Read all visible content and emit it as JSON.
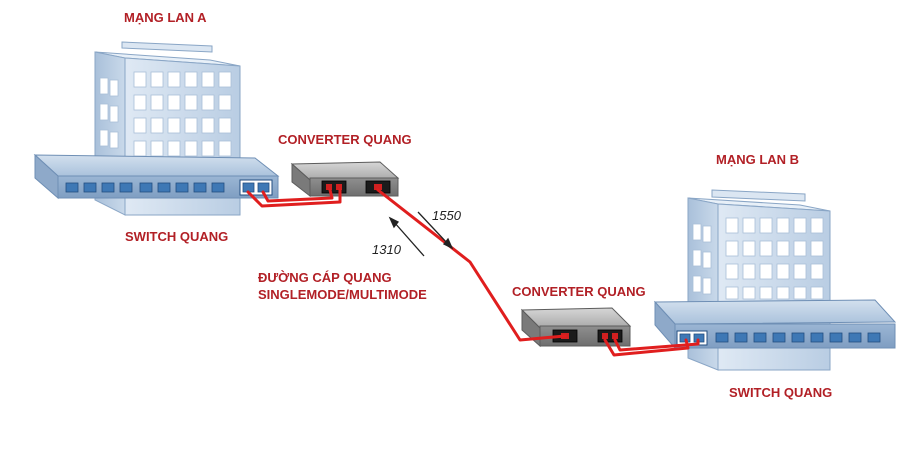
{
  "labels": {
    "lan_a": "MẠNG LAN A",
    "lan_b": "MẠNG LAN B",
    "converter_a": "CONVERTER QUANG",
    "converter_b": "CONVERTER QUANG",
    "switch_a": "SWITCH QUANG",
    "switch_b": "SWITCH QUANG",
    "cable_line1": "ĐƯỜNG CÁP QUANG",
    "cable_line2": "SINGLEMODE/MULTIMODE",
    "wavelength_down": "1550",
    "wavelength_up": "1310"
  },
  "colors": {
    "label": "#b22026",
    "fiber": "#e01e1e",
    "building": "#c7d8ea",
    "switch": "#9fb7d3",
    "port": "#3e78b5",
    "converter": "#8a8a8a"
  },
  "icons": [
    "building-icon",
    "switch-icon",
    "converter-icon",
    "arrow-icon"
  ]
}
